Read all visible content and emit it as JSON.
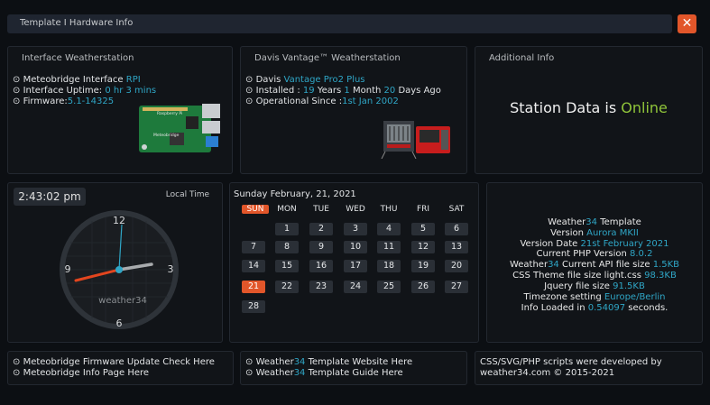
{
  "window": {
    "title": "Template I Hardware Info",
    "close_label": "✕"
  },
  "interface": {
    "heading": "Interface Weatherstation",
    "bridge_label": "Meteobridge Interface",
    "bridge_value": "RPI",
    "uptime_label": "Interface Uptime:",
    "uptime_value": "0 hr 3 mins",
    "firmware_label": "Firmware:",
    "firmware_value": "5.1-14325",
    "board_brand": "Raspberry Pi",
    "board_label": "Meteobridge"
  },
  "davis": {
    "heading": "Davis Vantage™ Weatherstation",
    "model_label": "Davis",
    "model_value": "Vantage Pro2 Plus",
    "installed_label": "Installed :",
    "years": "19",
    "years_label": "Years",
    "months": "1",
    "months_label": "Month",
    "days": "20",
    "days_label": "Days Ago",
    "since_label": "Operational Since :",
    "since_value": "1st Jan 2002"
  },
  "additional": {
    "heading": "Additional Info",
    "status_prefix": "Station Data is",
    "status_value": "Online"
  },
  "clock": {
    "time": "2:43:02 pm",
    "label": "Local Time",
    "brand": "weather34",
    "n12": "12",
    "n3": "3",
    "n6": "6",
    "n9": "9"
  },
  "calendar": {
    "heading": "Sunday February, 21, 2021",
    "days": [
      "SUN",
      "MON",
      "TUE",
      "WED",
      "THU",
      "FRI",
      "SAT"
    ],
    "weeks": [
      [
        "",
        "1",
        "2",
        "3",
        "4",
        "5",
        "6"
      ],
      [
        "7",
        "8",
        "9",
        "10",
        "11",
        "12",
        "13"
      ],
      [
        "14",
        "15",
        "16",
        "17",
        "18",
        "19",
        "20"
      ],
      [
        "21",
        "22",
        "23",
        "24",
        "25",
        "26",
        "27"
      ],
      [
        "28",
        "",
        "",
        "",
        "",
        "",
        ""
      ]
    ],
    "today": "21"
  },
  "template": {
    "name_a": "Weather",
    "name_b": "34",
    "name_c": " Template",
    "version_label": "Version",
    "version_value": "Aurora MKII",
    "date_label": "Version Date",
    "date_value": "21st February 2021",
    "php_label": "Current PHP Version",
    "php_value": "8.0.2",
    "api_a": "Weather",
    "api_b": "34",
    "api_c": " Current API file size",
    "api_value": "1.5KB",
    "css_label": "CSS Theme file size light.css",
    "css_value": "98.3KB",
    "jq_label": "Jquery file size",
    "jq_value": "91.5KB",
    "tz_label": "Timezone setting",
    "tz_value": "Europe/Berlin",
    "load_label": "Info Loaded in",
    "load_value": "0.54097",
    "load_unit": "seconds."
  },
  "footer": {
    "f1": "Meteobridge Firmware Update Check",
    "f1_link": "Here",
    "f2": "Meteobridge Info Page",
    "f2_link": "Here",
    "w1_a": "Weather",
    "w1_b": "34",
    "w1_c": " Template Website",
    "w1_link": "Here",
    "w2_a": "Weather",
    "w2_b": "34",
    "w2_c": " Template Guide",
    "w2_link": "Here",
    "credit1": "CSS/SVG/PHP scripts were developed by",
    "credit2": "weather34.com © 2015-2021"
  },
  "icons": {
    "bullet": "clock-bullet-icon"
  },
  "colors": {
    "accent": "#2fa6c6",
    "online": "#90c53a",
    "highlight": "#e2562a"
  }
}
